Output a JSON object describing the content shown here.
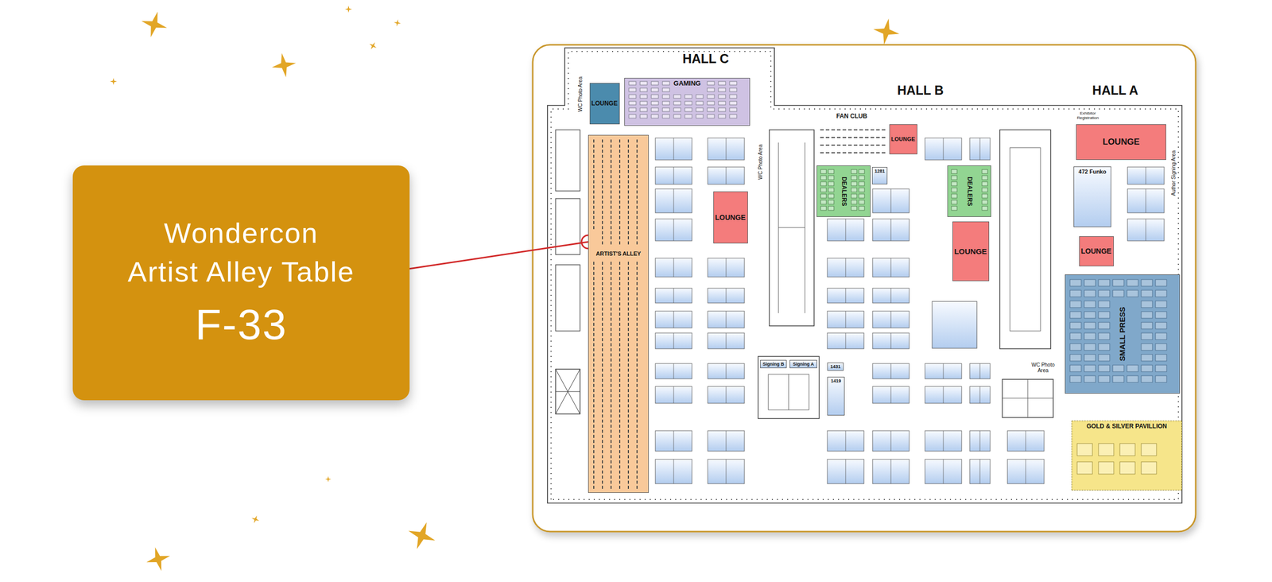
{
  "diagram": {
    "nodes": [
      {
        "text": [
          "Wondercon",
          "Artist Alley Table",
          "F-33"
        ]
      },
      {
        "text": [
          "LOUNGE"
        ]
      },
      {
        "text": [
          "GAMING"
        ]
      },
      {
        "text": [
          "LOUNGE"
        ]
      },
      {
        "text": [
          "LOUNGE"
        ]
      },
      {
        "text": [
          "ARTIST'S ALLEY"
        ]
      },
      {
        "text": [
          "DEALERS"
        ]
      },
      {
        "text": [
          "1281"
        ]
      },
      {
        "text": [
          "DEALERS"
        ]
      },
      {
        "text": [
          "472 Funko"
        ]
      },
      {
        "text": [
          "LOUNGE"
        ]
      },
      {
        "text": [
          "LOUNGE"
        ]
      },
      {
        "text": [
          "LOUNGE"
        ]
      },
      {
        "text": [
          "SMALL PRESS"
        ]
      },
      {
        "text": [
          "Signing B"
        ]
      },
      {
        "text": [
          "Signing A"
        ]
      },
      {
        "text": [
          "1431"
        ]
      },
      {
        "text": [
          "1419"
        ]
      },
      {
        "text": [
          "GOLD & SILVER PAVILLION"
        ]
      }
    ],
    "edges": [
      {
        "from": 0,
        "to": 5,
        "arrow": "none"
      }
    ],
    "labels": [
      "HALL C",
      "HALL B",
      "HALL A",
      "FAN CLUB",
      "WC Photo Area",
      "WC Photo Area",
      "Exhibitor Registration",
      "Author Signing Area",
      "WC Photo Area"
    ]
  }
}
